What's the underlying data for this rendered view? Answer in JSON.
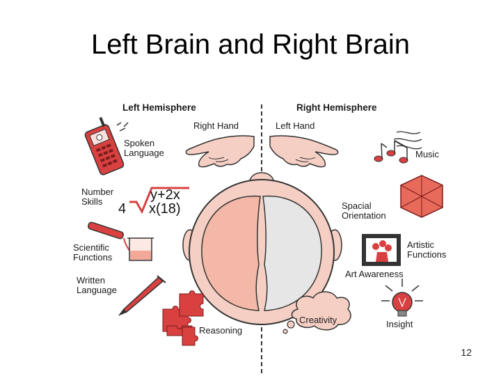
{
  "slide": {
    "title": "Left Brain and Right Brain",
    "page_number": "12"
  },
  "diagram": {
    "left_header": "Left Hemisphere",
    "right_header": "Right Hemisphere",
    "left_hand": "Right Hand",
    "right_hand": "Left Hand",
    "left_functions": {
      "spoken_line1": "Spoken",
      "spoken_line2": "Language",
      "number_line1": "Number",
      "number_line2": "Skills",
      "math_top": "y+2x",
      "math_bottom_left": "4",
      "math_bottom_right": "x(18)",
      "scientific_line1": "Scientific",
      "scientific_line2": "Functions",
      "written_line1": "Written",
      "written_line2": "Language",
      "reasoning": "Reasoning"
    },
    "right_functions": {
      "music": "Music",
      "spacial_line1": "Spacial",
      "spacial_line2": "Orientation",
      "artistic_line1": "Artistic",
      "artistic_line2": "Functions",
      "art_awareness": "Art Awareness",
      "creativity": "Creativity",
      "insight": "Insight"
    },
    "colors": {
      "accent_red": "#d94040",
      "skin": "#f6cfc4",
      "brain_left": "#f3b8a8",
      "brain_right": "#e6e6e6",
      "outline": "#333333"
    }
  }
}
